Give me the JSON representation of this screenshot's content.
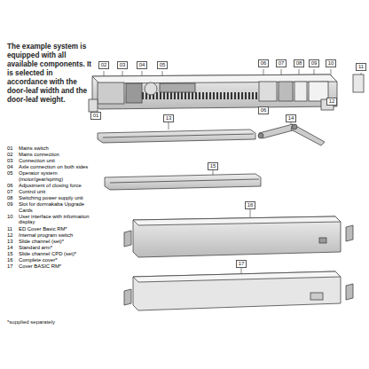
{
  "diagram": {
    "labels": [
      "The example system is equipped with all available components. It is selected in accordance with the door-leaf width and the door-leaf weight.",
      "01",
      "Mains switch",
      "02",
      "Mains connection",
      "03",
      "Connection unit",
      "04",
      "Axle connection on both sides",
      "05",
      "Operator system (motor/gear/spring)",
      "06",
      "Adjustment of closing force",
      "07",
      "Control unit",
      "08",
      "Switching power supply unit",
      "09",
      "Slot for dormakaba Upgrade Cards",
      "10",
      "User interface with information display",
      "11",
      "ED Cover Basic RM*",
      "12",
      "Internal program switch",
      "13",
      "Slide channel (set)*",
      "14",
      "Standard arm*",
      "15",
      "Slide channel CPD (set)*",
      "16",
      "Complete cover*",
      "17",
      "Cover BASIC RM*",
      "02",
      "03",
      "04",
      "05",
      "06",
      "07",
      "08",
      "09",
      "10",
      "11",
      "01",
      "13",
      "06",
      "14",
      "12",
      "15",
      "16",
      "17",
      "*supplied separately"
    ]
  }
}
